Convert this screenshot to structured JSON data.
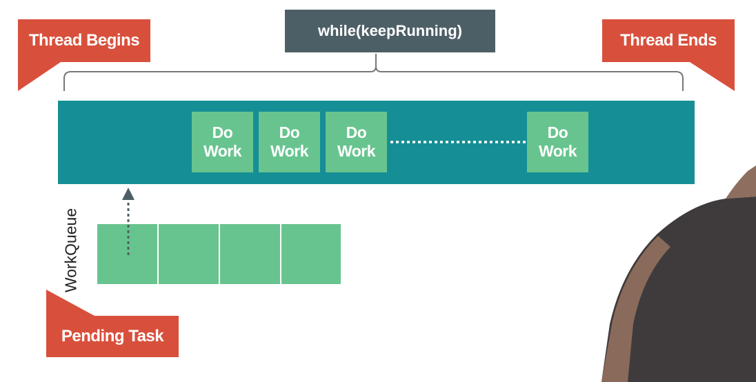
{
  "callouts": {
    "thread_begins": "Thread Begins",
    "thread_ends": "Thread Ends",
    "pending_task": "Pending Task"
  },
  "loop": {
    "label": "while(keepRunning)"
  },
  "work_items": [
    "Do\nWork",
    "Do\nWork",
    "Do\nWork",
    "Do\nWork"
  ],
  "queue": {
    "label": "WorkQueue",
    "slot_count": 4
  },
  "colors": {
    "callout": "#d8503c",
    "loop_label": "#4d5f66",
    "thread_bar": "#168e96",
    "work": "#68c48f",
    "bracket": "#777777"
  }
}
